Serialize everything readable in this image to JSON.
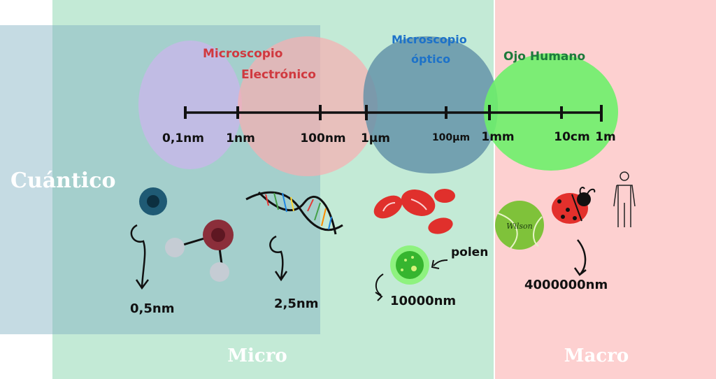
{
  "zones": {
    "quantum": "Cuántico",
    "micro": "Micro",
    "macro": "Macro"
  },
  "instruments": {
    "electron_line1": "Microscopio",
    "electron_line2": "Electrónico",
    "optical_line1": "Microscopio",
    "optical_line2": "óptico",
    "eye": "Ojo Humano"
  },
  "scale_ticks": [
    "0,1nm",
    "1nm",
    "100nm",
    "1µm",
    "100µm",
    "1mm",
    "10cm",
    "1m"
  ],
  "examples": {
    "atom_size": "0,5nm",
    "dna_size": "2,5nm",
    "pollen_label": "polen",
    "pollen_size": "10000nm",
    "ball_brand": "Wilson",
    "ladybug_size": "4000000nm"
  },
  "colors": {
    "micro_bg": "#c3ead6",
    "macro_bg": "#fdd0d0",
    "quantum_overlay": "#7fb0c2",
    "electron_text": "#d0393f",
    "optical_text": "#1d72c9",
    "eye_text": "#1e7a3c"
  }
}
